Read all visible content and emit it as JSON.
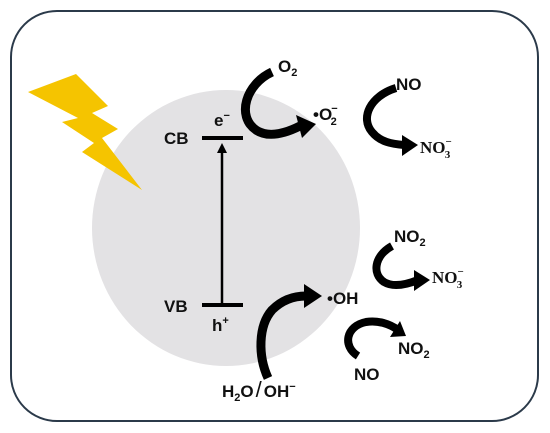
{
  "colors": {
    "frame_stroke": "#2b3a4a",
    "particle_fill": "#e3e2e4",
    "bolt_fill": "#f5c400",
    "arrow_fill": "#000000",
    "text": "#111111"
  },
  "icons": {
    "bolt": "lightning-bolt-icon"
  },
  "bands": {
    "conduction": {
      "label": "CB",
      "carrier_base": "e",
      "carrier_charge": "−"
    },
    "valence": {
      "label": "VB",
      "carrier_base": "h",
      "carrier_charge": "+"
    }
  },
  "species": {
    "o2": {
      "base": "O",
      "sub": "2"
    },
    "superoxide": {
      "dot": "•",
      "base": "O",
      "sub": "2",
      "sup": "−"
    },
    "no_top": {
      "text": "NO"
    },
    "nitrate_top": {
      "base": "NO",
      "sub": "3",
      "sup": "−"
    },
    "no2_upper": {
      "base": "NO",
      "sub": "2"
    },
    "nitrate_right": {
      "base": "NO",
      "sub": "3",
      "sup": "−"
    },
    "hydroxyl": {
      "text": "•OH"
    },
    "no2_lower": {
      "base": "NO",
      "sub": "2"
    },
    "no_bottom": {
      "text": "NO"
    },
    "water": {
      "h": "H",
      "sub": "2",
      "o": "O",
      "slash": "/",
      "hydroxide": "OH",
      "charge": "−"
    }
  }
}
